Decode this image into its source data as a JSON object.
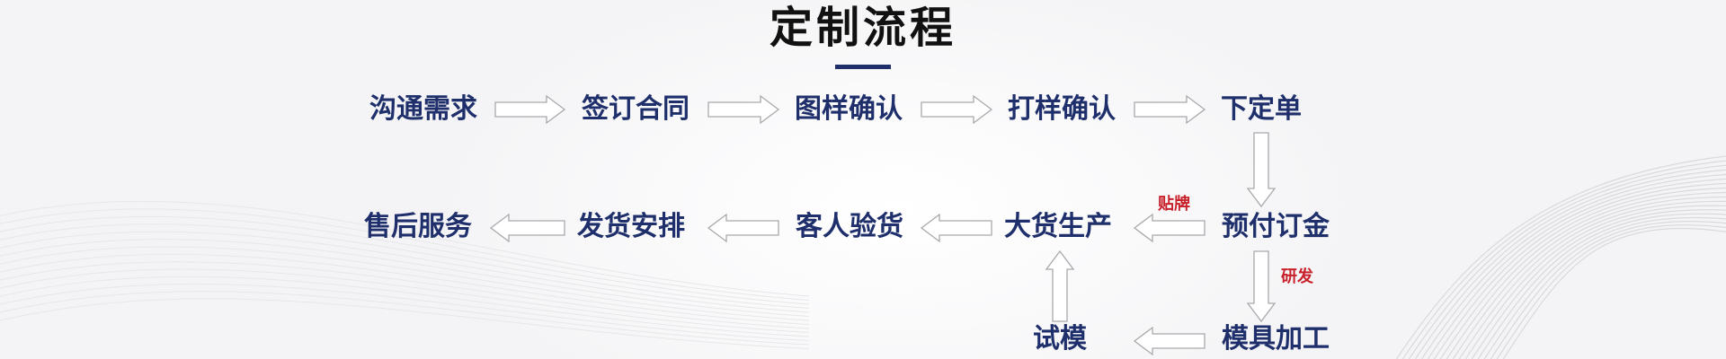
{
  "title": "定制流程",
  "colors": {
    "step_text": "#1e2f6b",
    "title_text": "#111111",
    "accent_bar": "#1e2f6b",
    "note_text": "#c8202a",
    "arrow_stroke": "#a9a9ad",
    "arrow_fill": "#ffffff"
  },
  "steps": {
    "s1": "沟通需求",
    "s2": "签订合同",
    "s3": "图样确认",
    "s4": "打样确认",
    "s5": "下定单",
    "s6": "预付订金",
    "s7": "模具加工",
    "s8": "试模",
    "s9": "大货生产",
    "s10": "客人验货",
    "s11": "发货安排",
    "s12": "售后服务"
  },
  "notes": {
    "label_branding": "贴牌",
    "label_rnd": "研发"
  }
}
